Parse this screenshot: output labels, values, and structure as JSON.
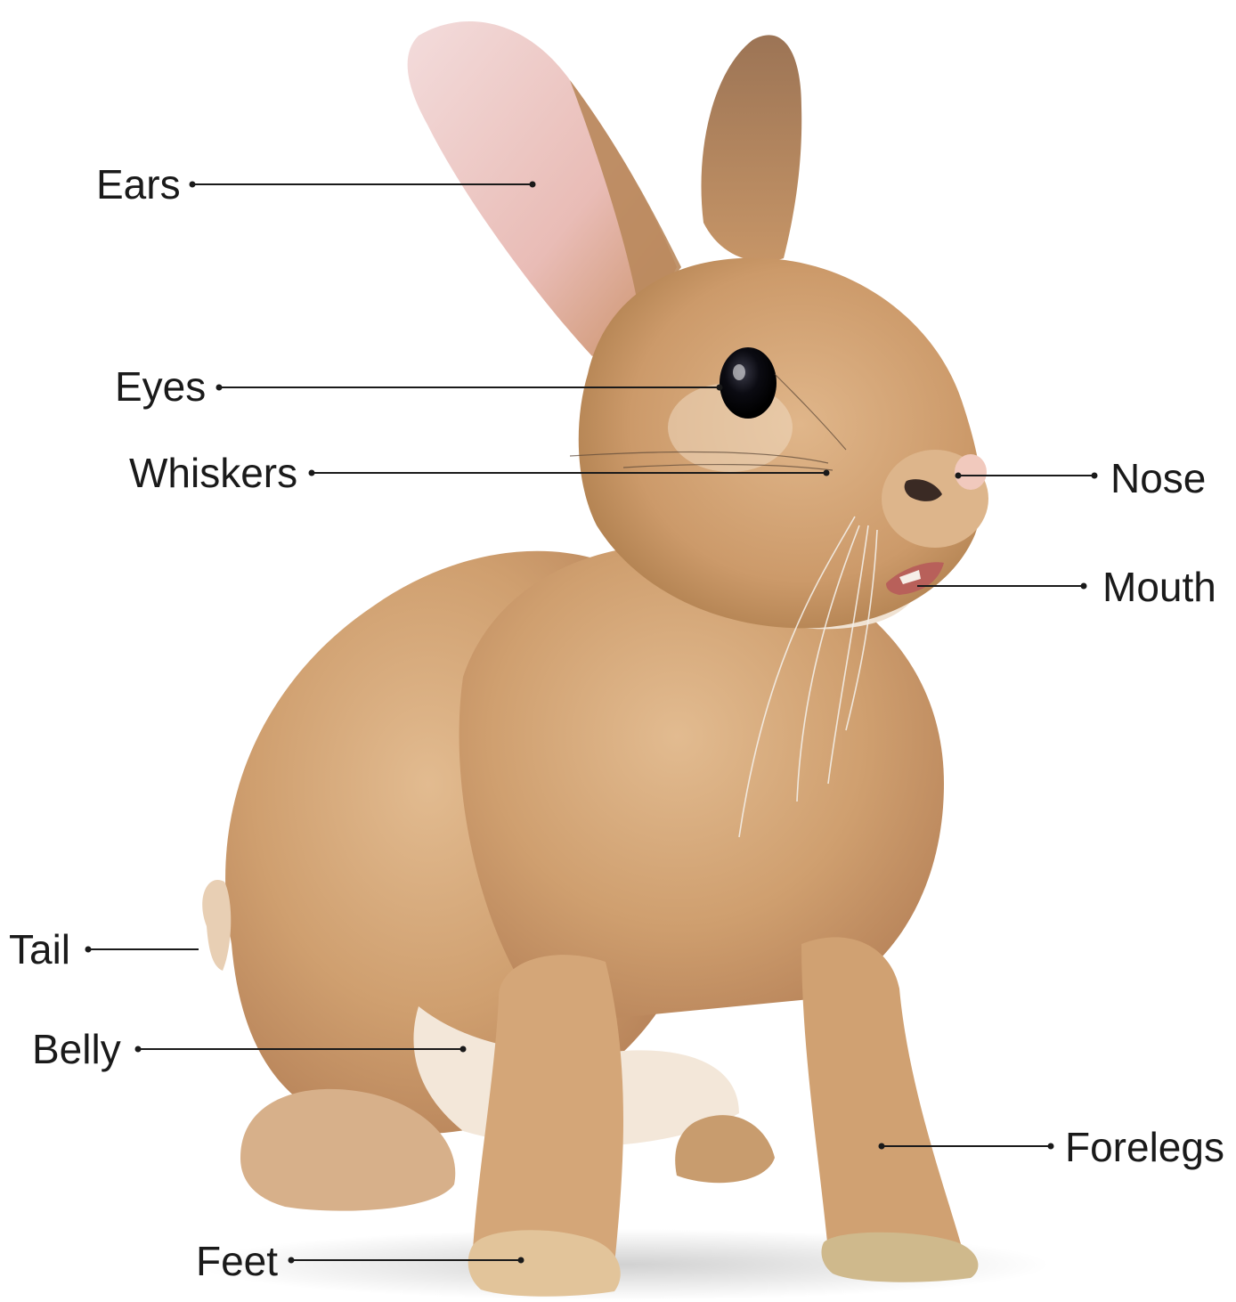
{
  "labels": {
    "ears": "Ears",
    "eyes": "Eyes",
    "whiskers": "Whiskers",
    "nose": "Nose",
    "mouth": "Mouth",
    "tail": "Tail",
    "belly": "Belly",
    "forelegs": "Forelegs",
    "feet": "Feet"
  },
  "colors": {
    "fur": "#c99a6a",
    "fur_light": "#e6c49e",
    "fur_dark": "#a9764a",
    "ear_inner": "#eac6c2",
    "belly": "#f5ece2",
    "eye": "#0b0b12",
    "line": "#1a1a1a"
  }
}
